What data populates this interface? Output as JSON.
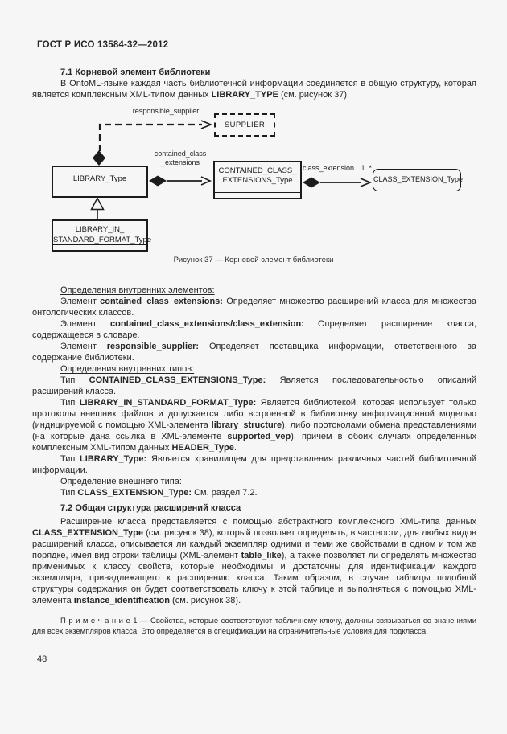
{
  "colors": {
    "page_background": "#f5f6f5",
    "ink": "#262626",
    "diagram_line": "#1c1c1c"
  },
  "header": {
    "title": "ГОСТ Р ИСО 13584-32—2012"
  },
  "intro_blocks": [
    {
      "cls": "h2",
      "name": "section-7-1-heading",
      "runs": [
        {
          "t": "7.1 Корневой элемент библиотеки",
          "b": true
        }
      ]
    },
    {
      "cls": "",
      "name": "intro-paragraph",
      "runs": [
        {
          "t": "В OntoML-языке каждая часть библиотечной информации соединяется в общую структуру, которая является комплексным XML-типом данных "
        },
        {
          "t": "LIBRARY_TYPE",
          "b": true
        },
        {
          "t": " (см. рисунок 37)."
        }
      ]
    }
  ],
  "figure": {
    "caption": "Рисунок 37 — Корневой элемент библиотеки",
    "supplier_label": "SUPPLIER",
    "library_label": "LIBRARY_Type",
    "contained_label_line1": "CONTAINED_CLASS_",
    "contained_label_line2": "EXTENSIONS_Type",
    "class_extension_label": "CLASS_EXTENSION_Type",
    "library_in_label_line1": "LIBRARY_IN_",
    "library_in_label_line2": "STANDARD_FORMAT_Type",
    "edge_responsible": "responsible_supplier",
    "edge_contained_line1": "contained_class",
    "edge_contained_line2": "_extensions",
    "edge_class_extension": "class_extension",
    "edge_multiplicity": "1..*"
  },
  "main_blocks": [
    {
      "cls": "",
      "name": "definitions-inner-elements-heading",
      "runs": [
        {
          "t": "Определения внутренних элементов:",
          "u": true
        }
      ]
    },
    {
      "cls": "",
      "name": "element-contained-class-extensions",
      "runs": [
        {
          "t": "Элемент "
        },
        {
          "t": "contained_class_extensions:",
          "b": true
        },
        {
          "t": " Определяет множество расширений класса для множества онтологических классов."
        }
      ]
    },
    {
      "cls": "",
      "name": "element-contained-class-extensions-class-extension",
      "runs": [
        {
          "t": "Элемент "
        },
        {
          "t": "contained_class_extensions/class_extension:",
          "b": true
        },
        {
          "t": " Определяет расширение класса, содержащееся в словаре."
        }
      ]
    },
    {
      "cls": "",
      "name": "element-responsible-supplier",
      "runs": [
        {
          "t": "Элемент "
        },
        {
          "t": "responsible_supplier:",
          "b": true
        },
        {
          "t": " Определяет поставщика информации, ответственного за содержание библиотеки."
        }
      ]
    },
    {
      "cls": "",
      "name": "definitions-inner-types-heading",
      "runs": [
        {
          "t": "Определения внутренних типов:",
          "u": true
        }
      ]
    },
    {
      "cls": "",
      "name": "type-contained-class-extensions-type",
      "runs": [
        {
          "t": "Тип "
        },
        {
          "t": "CONTAINED_CLASS_EXTENSIONS_Type:",
          "b": true
        },
        {
          "t": " Является последовательностью описаний расширений класса."
        }
      ]
    },
    {
      "cls": "",
      "name": "type-library-in-standard-format-type",
      "runs": [
        {
          "t": "Тип "
        },
        {
          "t": "LIBRARY_IN_STANDARD_FORMAT_Type:",
          "b": true
        },
        {
          "t": " Является библиотекой, которая использует только протоколы внешних файлов и допускается либо встроенной в библиотеку информационной моделью (индицируемой с помощью XML-элемента "
        },
        {
          "t": "library_structure",
          "b": true
        },
        {
          "t": "), либо протоколами обмена представлениями (на которые дана ссылка в XML-элементе "
        },
        {
          "t": "supported_vep",
          "b": true
        },
        {
          "t": "), причем в обоих случаях определенных комплексным XML-типом данных "
        },
        {
          "t": "HEADER_Type",
          "b": true
        },
        {
          "t": "."
        }
      ]
    },
    {
      "cls": "",
      "name": "type-library-type",
      "runs": [
        {
          "t": "Тип "
        },
        {
          "t": "LIBRARY_Type:",
          "b": true
        },
        {
          "t": " Является хранилищем для представления различных частей библиотечной информации."
        }
      ]
    },
    {
      "cls": "",
      "name": "definition-external-type-heading",
      "runs": [
        {
          "t": "Определение внешнего типа:",
          "u": true
        }
      ]
    },
    {
      "cls": "",
      "name": "type-class-extension-type",
      "runs": [
        {
          "t": "Тип "
        },
        {
          "t": "CLASS_EXTENSION_Type:",
          "b": true
        },
        {
          "t": " См. раздел 7.2."
        }
      ]
    },
    {
      "cls": "h2mid",
      "name": "section-7-2-heading",
      "runs": [
        {
          "t": "7.2 Общая структура расширений класса",
          "b": true
        }
      ]
    },
    {
      "cls": "",
      "name": "section-7-2-paragraph",
      "runs": [
        {
          "t": "Расширение класса представляется с помощью абстрактного комплексного XML-типа данных "
        },
        {
          "t": "CLASS_EXTENSION_Type",
          "b": true
        },
        {
          "t": " (см. рисунок 38), который позволяет определять, в частности, для любых видов расширений класса, описывается ли каждый экземпляр одними и теми же свойствами в одном и том же порядке, имея вид строки таблицы (XML-элемент "
        },
        {
          "t": "table_like",
          "b": true
        },
        {
          "t": "), а также позволяет ли определять множество применимых к классу свойств, которые необходимы и достаточны для идентификации каждого экземпляра, принадлежащего к расширению класса. Таким образом, в случае таблицы подобной структуры содержания он будет соответствовать ключу к этой таблице и выполняться с помощью XML-элемента "
        },
        {
          "t": "instance_identification",
          "b": true
        },
        {
          "t": " (см. рисунок 38)."
        }
      ]
    },
    {
      "cls": "note",
      "name": "note-1",
      "runs": [
        {
          "t": "П р и м е ч а н и е 1 — Свойства, которые соответствуют табличному ключу, должны связываться со значениями для всех экземпляров класса. Это определяется в спецификации на ограничительные условия для подкласса."
        }
      ]
    }
  ],
  "footer": {
    "page_number": "48"
  }
}
